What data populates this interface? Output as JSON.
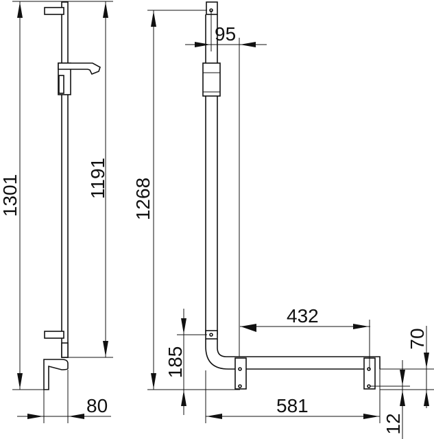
{
  "drawing": {
    "type": "technical-dimension-drawing",
    "subject": "shower grab bar / slide rail with L-shaped support bar",
    "unit": "mm",
    "views": [
      {
        "name": "side-view-slide-rail",
        "dimensions": {
          "overall_height": "1301",
          "rail_height": "1191",
          "wall_projection": "80"
        }
      },
      {
        "name": "front-view-l-grab-bar",
        "dimensions": {
          "vertical_height": "1268",
          "top_offset": "95",
          "horizontal_span": "432",
          "total_width": "581",
          "bend_height": "185",
          "bracket_height": "70",
          "bracket_offset": "12"
        }
      }
    ]
  },
  "labels": {
    "d1301": "1301",
    "d1191": "1191",
    "d80": "80",
    "d1268": "1268",
    "d95": "95",
    "d432": "432",
    "d581": "581",
    "d185": "185",
    "d70": "70",
    "d12": "12"
  }
}
